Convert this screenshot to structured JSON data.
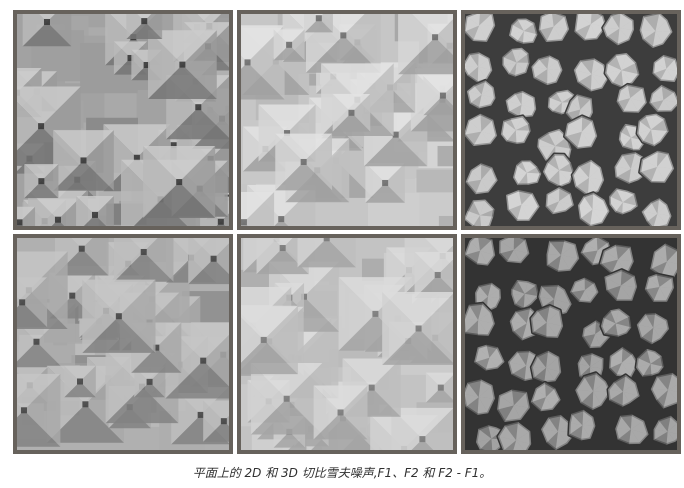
{
  "caption": "平面上的 2D 和 3D 切比雪夫噪声,F1、F2 和 F2 - F1。",
  "panels": [
    {
      "row": 1,
      "col": 1,
      "style": "pyramids",
      "base": "#a2a2a2",
      "light": "#dcdcdc",
      "dark": "#3a3a3a"
    },
    {
      "row": 1,
      "col": 2,
      "style": "pyramids",
      "base": "#c6c6c6",
      "light": "#efefef",
      "dark": "#6e6e6e"
    },
    {
      "row": 1,
      "col": 3,
      "style": "cells",
      "base": "#a9a9a9",
      "light": "#e1e1e1",
      "dark": "#3d3d3d"
    },
    {
      "row": 2,
      "col": 1,
      "style": "pyramids",
      "base": "#b0b0b0",
      "light": "#d0d0d0",
      "dark": "#464646"
    },
    {
      "row": 2,
      "col": 2,
      "style": "pyramids",
      "base": "#c3c3c3",
      "light": "#e7e7e7",
      "dark": "#7a7a7a"
    },
    {
      "row": 2,
      "col": 3,
      "style": "cells",
      "base": "#7d7d7d",
      "light": "#c1c1c1",
      "dark": "#333333"
    }
  ]
}
